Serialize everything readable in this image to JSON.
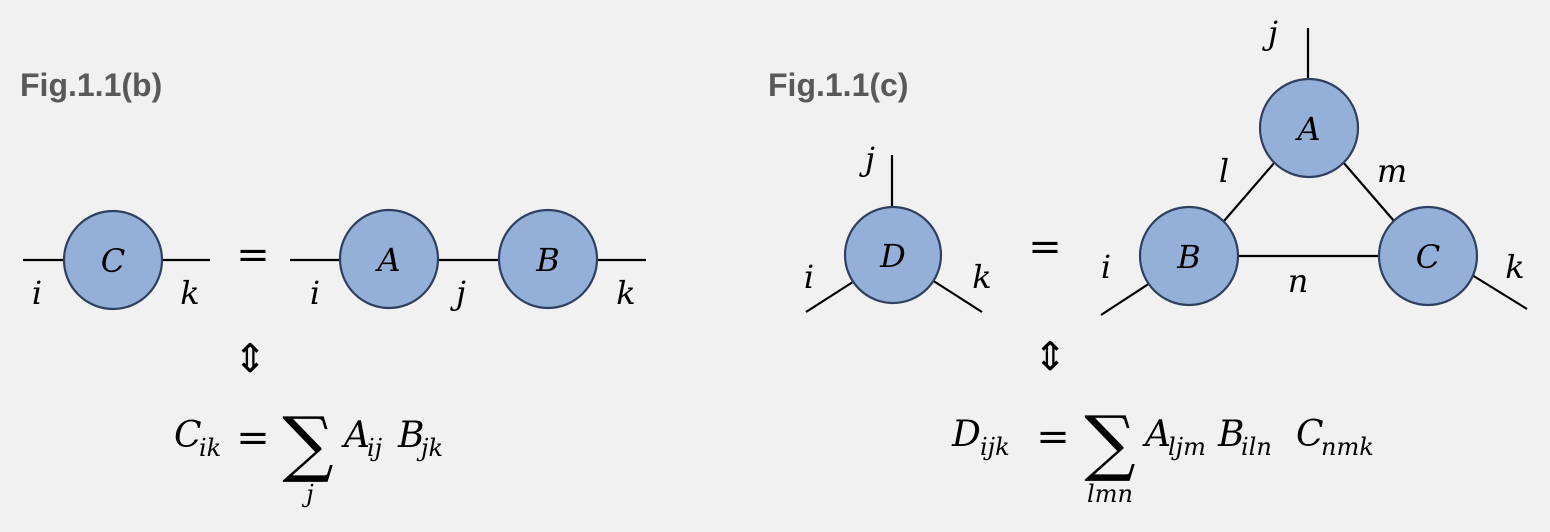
{
  "node_color": "#95b0d8",
  "node_stroke": "#2f3f5f",
  "fig_b": {
    "title": "Fig.1.1(b)",
    "lhs_node": "C",
    "lhs_idx_left": "i",
    "lhs_idx_right": "k",
    "equals": "=",
    "node_a": "A",
    "node_b": "B",
    "idx_i": "i",
    "idx_j": "j",
    "idx_k": "k",
    "equiv": "⇕",
    "formula": {
      "lhs": "C",
      "lhs_sub": "ik",
      "eq": "=",
      "sum": "∑",
      "sum_sub": "j",
      "t1": "A",
      "t1_sub": "ij",
      "t2": "B",
      "t2_sub": "jk"
    }
  },
  "fig_c": {
    "title": "Fig.1.1(c)",
    "lhs_node": "D",
    "lhs_idx_i": "i",
    "lhs_idx_j": "j",
    "lhs_idx_k": "k",
    "equals": "=",
    "node_a": "A",
    "node_b": "B",
    "node_c": "C",
    "idx_j": "j",
    "idx_i": "i",
    "idx_k": "k",
    "idx_l": "l",
    "idx_m": "m",
    "idx_n": "n",
    "equiv": "⇕",
    "formula": {
      "lhs": "D",
      "lhs_sub": "ijk",
      "eq": "=",
      "sum": "∑",
      "sum_sub": "lmn",
      "t1": "A",
      "t1_sub": "ljm",
      "t2": "B",
      "t2_sub": "iln",
      "t3": "C",
      "t3_sub": "nmk"
    }
  }
}
